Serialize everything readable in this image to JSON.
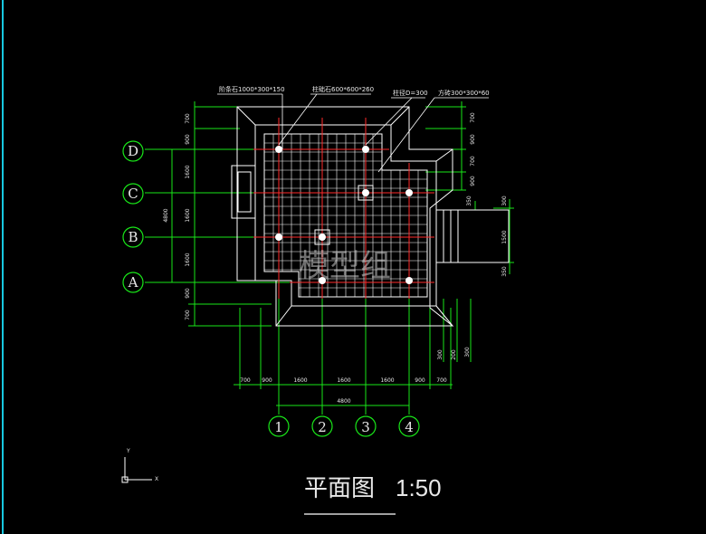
{
  "callouts": {
    "step_stone": "阶条石1000*300*150",
    "column_base": "柱础石600*600*260",
    "column": "柱径D=300",
    "tile": "方砖300*300*60"
  },
  "grid_rows": [
    "D",
    "C",
    "B",
    "A"
  ],
  "grid_cols": [
    "1",
    "2",
    "3",
    "4"
  ],
  "dims_left": [
    "700",
    "900",
    "1600",
    "1600",
    "1600",
    "900",
    "700",
    "4800"
  ],
  "dims_right": [
    "700",
    "900",
    "700",
    "900"
  ],
  "dims_entry": [
    "300",
    "350",
    "1500",
    "350"
  ],
  "dims_bottom": [
    "700",
    "900",
    "1600",
    "1600",
    "1600",
    "900",
    "700"
  ],
  "dims_bottom_total": "4800",
  "dims_small": [
    "300",
    "200",
    "300"
  ],
  "watermark": "模型组",
  "title": "平面图",
  "scale": "1:50",
  "ucs": {
    "x": "X",
    "y": "Y"
  },
  "colors": {
    "grid_green": "#19e619",
    "axis_red": "#ff2a2a",
    "lines": "#ffffff",
    "border": "#18c8e0"
  }
}
